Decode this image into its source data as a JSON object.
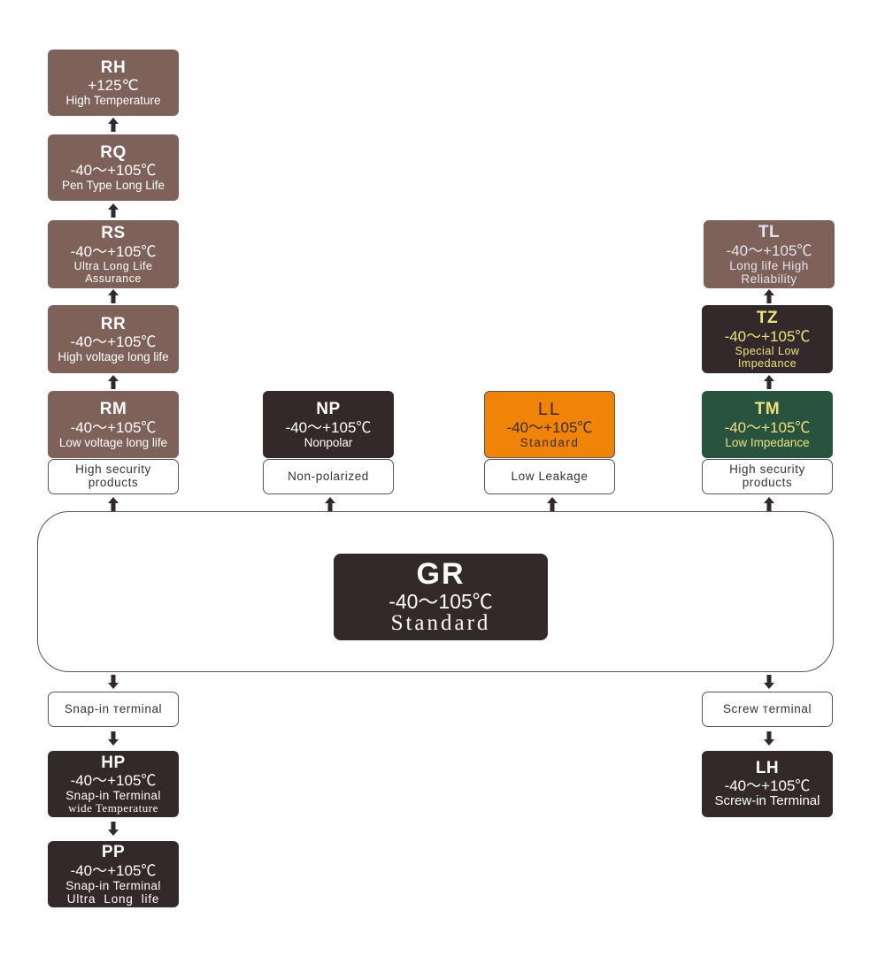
{
  "hub": {
    "code": "GR",
    "temp": "-40～105℃",
    "desc": "Standard"
  },
  "left_column": {
    "category": "High security products",
    "nodes": [
      {
        "code": "RH",
        "temp": "+125℃",
        "desc": "High Temperature"
      },
      {
        "code": "RQ",
        "temp": "-40～+105℃",
        "desc": "Pen Type Long Life"
      },
      {
        "code": "RS",
        "temp": "-40～+105℃",
        "desc": "Ultra Long Life",
        "desc2": "Assurance"
      },
      {
        "code": "RR",
        "temp": "-40～+105℃",
        "desc": "High voltage  long life"
      },
      {
        "code": "RM",
        "temp": "-40～+105℃",
        "desc": "Low voltage long life"
      }
    ]
  },
  "np_column": {
    "category": "Non-polarized",
    "node": {
      "code": "NP",
      "temp": "-40～+105℃",
      "desc": "Nonpolar"
    }
  },
  "ll_column": {
    "category": "Low Leakage",
    "node": {
      "code": "LL",
      "temp": "-40～+105℃",
      "desc": "Standard"
    }
  },
  "right_column": {
    "category": "High security products",
    "nodes": [
      {
        "code": "TL",
        "temp": "-40～+105℃",
        "desc": "Long life High",
        "desc2": "Reliability"
      },
      {
        "code": "TZ",
        "temp": "-40～+105℃",
        "desc": "Special Low",
        "desc2": "Impedance"
      },
      {
        "code": "TM",
        "temp": "-40～+105℃",
        "desc": "Low Impedance"
      }
    ]
  },
  "snap_in": {
    "category": "Snap-in тerminal",
    "nodes": [
      {
        "code": "HP",
        "temp": "-40～+105℃",
        "desc": "Snap-in Terminal",
        "desc2": "wide Temperature"
      },
      {
        "code": "PP",
        "temp": "-40～+105℃",
        "desc": "Snap-in Terminal",
        "desc2": "Ultra  Long  life"
      }
    ]
  },
  "screw": {
    "category": "Screw тerminal",
    "node": {
      "code": "LH",
      "temp": "-40～+105℃",
      "desc": "Screw-in Terminal"
    }
  },
  "colors": {
    "brown": "#7e6158",
    "dark": "#33292a",
    "orange": "#ef8407",
    "green": "#28533f",
    "yellow_text": "#ede47c"
  }
}
